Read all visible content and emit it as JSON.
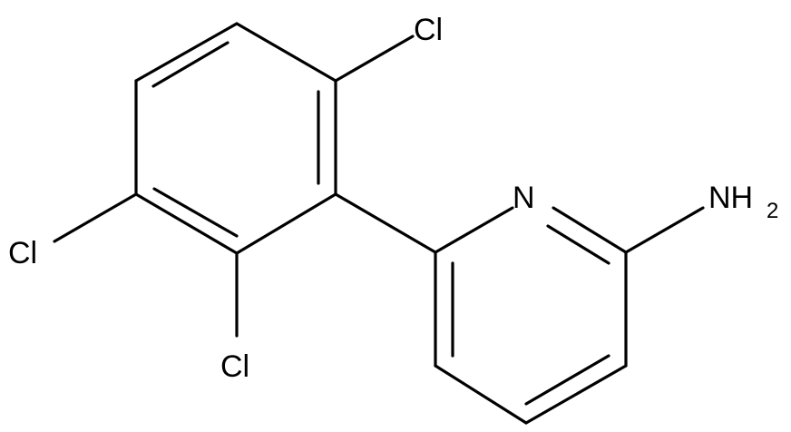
{
  "molecule": {
    "atoms": {
      "cl_top": "Cl",
      "cl_left": "Cl",
      "cl_bottom": "Cl",
      "n_ring": "N",
      "amine_main": "NH",
      "amine_sub": "2"
    }
  },
  "colors": {
    "bond": "#000000",
    "background": "#ffffff"
  }
}
